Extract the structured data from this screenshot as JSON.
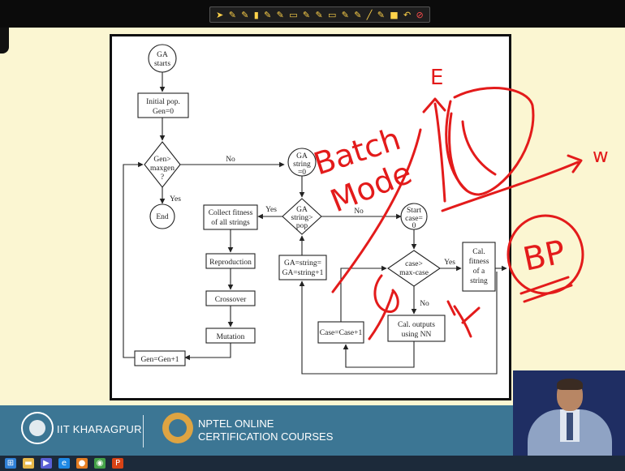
{
  "toolbar": {
    "tools": [
      "pointer-icon",
      "pen-icon",
      "pen-icon",
      "highlighter-icon",
      "pen-icon",
      "pen-icon",
      "eraser-icon",
      "pen-icon",
      "pen-icon",
      "eraser-icon",
      "pen-icon",
      "pen-icon",
      "line-icon",
      "pen-icon",
      "color-icon",
      "undo-icon",
      "close-icon"
    ]
  },
  "flowchart": {
    "ga_starts": [
      "GA",
      "starts"
    ],
    "initial_pop": [
      "Initial pop.",
      "Gen=0"
    ],
    "gen_check": [
      "Gen>",
      "maxgen",
      "?"
    ],
    "no_label_1": "No",
    "yes_label_1": "Yes",
    "end": "End",
    "ga_string_init": [
      "GA",
      "string",
      "=0"
    ],
    "ga_string_check": [
      "GA",
      "string>",
      "pop"
    ],
    "yes_label_2": "Yes",
    "no_label_2": "No",
    "collect_fitness": [
      "Collect fitness",
      "of all strings"
    ],
    "reproduction": "Reproduction",
    "crossover": "Crossover",
    "mutation": "Mutation",
    "gen_increment": "Gen=Gen+1",
    "ga_string_increment": [
      "GA=string=",
      "GA=string+1"
    ],
    "start_case": [
      "Start",
      "case=",
      "0"
    ],
    "case_check": [
      "case>",
      "max-case"
    ],
    "yes_label_3": "Yes",
    "no_label_3": "No",
    "cal_fitness": [
      "Cal.",
      "fitness",
      "of a",
      "string"
    ],
    "case_increment": "Case=Case+1",
    "cal_outputs": [
      "Cal. outputs",
      "using NN"
    ]
  },
  "annotations": {
    "batch": "Batch",
    "mode": "Mode",
    "e_axis": "E",
    "w_axis": "w",
    "bp": "BP"
  },
  "footer": {
    "institute": "IIT KHARAGPUR",
    "nptel_line1": "NPTEL ONLINE",
    "nptel_line2": "CERTIFICATION COURSES"
  },
  "taskbar": {
    "items": [
      "windows-icon",
      "explorer-icon",
      "media-icon",
      "ie-icon",
      "firefox-icon",
      "chrome-icon",
      "powerpoint-icon"
    ]
  },
  "colors": {
    "ink": "#e31b1b",
    "footer": "#3c7694",
    "background": "#fbf6d2"
  }
}
